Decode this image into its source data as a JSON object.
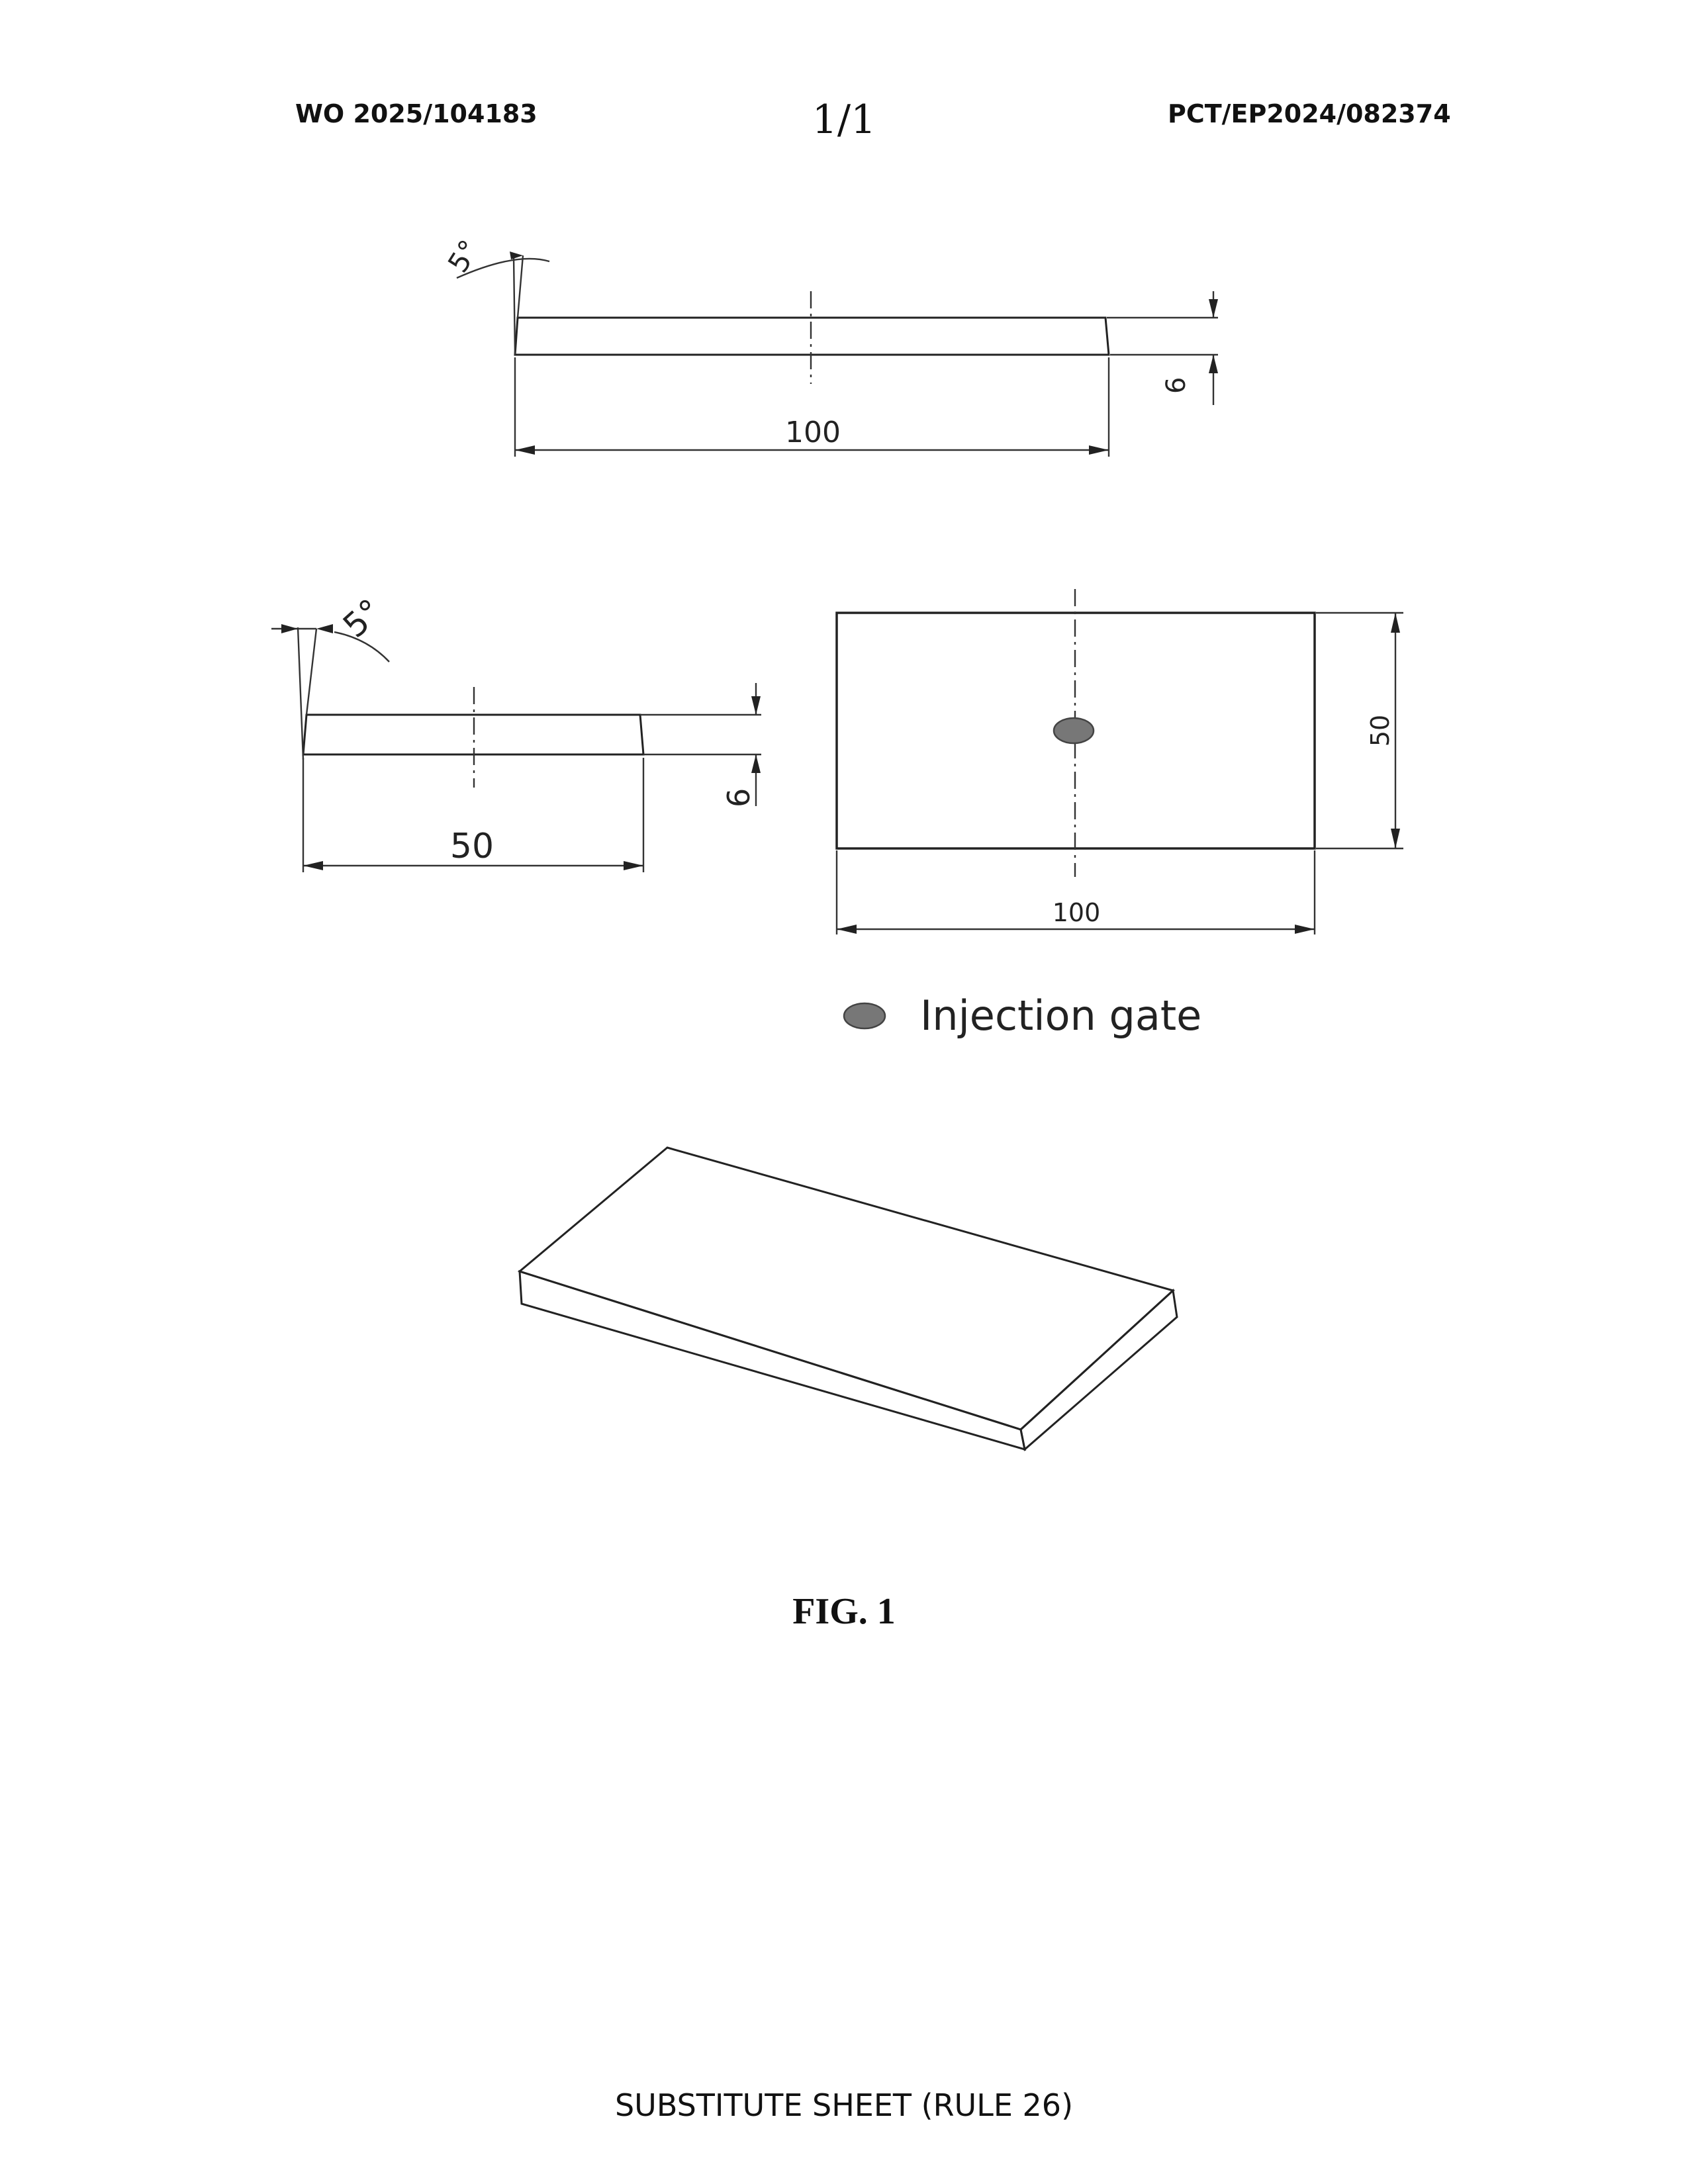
{
  "header": {
    "publication_number": "WO 2025/104183",
    "sheet": "1/1",
    "application_number": "PCT/EP2024/082374"
  },
  "drawing": {
    "top_view": {
      "angle": "5°",
      "length": "100",
      "thickness": "6"
    },
    "side_view": {
      "angle": "5°",
      "length": "50",
      "thickness": "6"
    },
    "plan_view": {
      "length": "100",
      "width": "50"
    },
    "legend": {
      "label": "Injection gate",
      "marker_color": "#777777"
    }
  },
  "caption": "FIG. 1",
  "footer": "SUBSTITUTE SHEET (RULE 26)"
}
